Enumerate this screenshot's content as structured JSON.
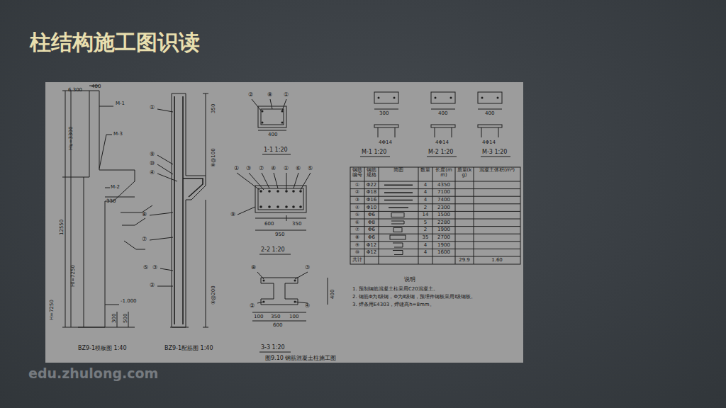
{
  "diagram": {
    "title": "柱结构施工图识读",
    "caption": "图9.10 钢筋混凝土柱施工图",
    "labels": [
      "6.300",
      "400",
      "M-1",
      "Hu=3300",
      "M-3",
      "M-2",
      "330",
      "12550",
      "Hl=7250",
      "H=7250",
      "-1.000",
      "300",
      "500",
      "BZ9-1模板图 1:40",
      "BZ9-1配筋图 1:40",
      "①",
      "⑨",
      "⑩",
      "④",
      "⑧",
      "⑦",
      "⑤",
      "③",
      "②",
      "350",
      "⑧@100",
      "⑧@200",
      "②",
      "⑧",
      "①",
      "400",
      "1-1 1:20",
      "①",
      "③",
      "⑦",
      "④",
      "①",
      "⑥",
      "⑤",
      "⑨",
      "600",
      "350",
      "950",
      "2-2 1:20",
      "⑧",
      "③",
      "②",
      "④",
      "100",
      "350",
      "100",
      "600",
      "3-3 1:20",
      "400",
      "M-1 1:20",
      "M-2 1:20",
      "M-3 1:20",
      "300",
      "400",
      "400",
      "4Φ14",
      "4Φ14",
      "4Φ14",
      "钢筋编号",
      "钢筋规格",
      "简图",
      "数量",
      "长度(mm)",
      "质量(kg)",
      "混凝土体积(m³)",
      "①",
      "Φ22",
      "4",
      "4350",
      "②",
      "Φ18",
      "4",
      "7100",
      "③",
      "Φ16",
      "4",
      "7400",
      "④",
      "Φ10",
      "2",
      "2300",
      "⑤",
      "Φ6",
      "14",
      "1500",
      "⑥",
      "Φ8",
      "5",
      "2280",
      "⑦",
      "Φ6",
      "2",
      "1900",
      "⑧",
      "Φ6",
      "35",
      "2700",
      "⑨",
      "Φ12",
      "4",
      "1900",
      "⑩",
      "Φ12",
      "4",
      "1600",
      "共计",
      "29.9",
      "1.60",
      "说明",
      "1. 预制钢筋混凝土柱采用C20混凝土。",
      "2. 钢筋Φ为Ⅰ级钢，Φ为Ⅱ级钢，预埋件钢板采用Ⅰ级钢板。",
      "3. 焊条用E4303，焊缝高h=8mm。",
      "edu.zhulong.com"
    ]
  }
}
